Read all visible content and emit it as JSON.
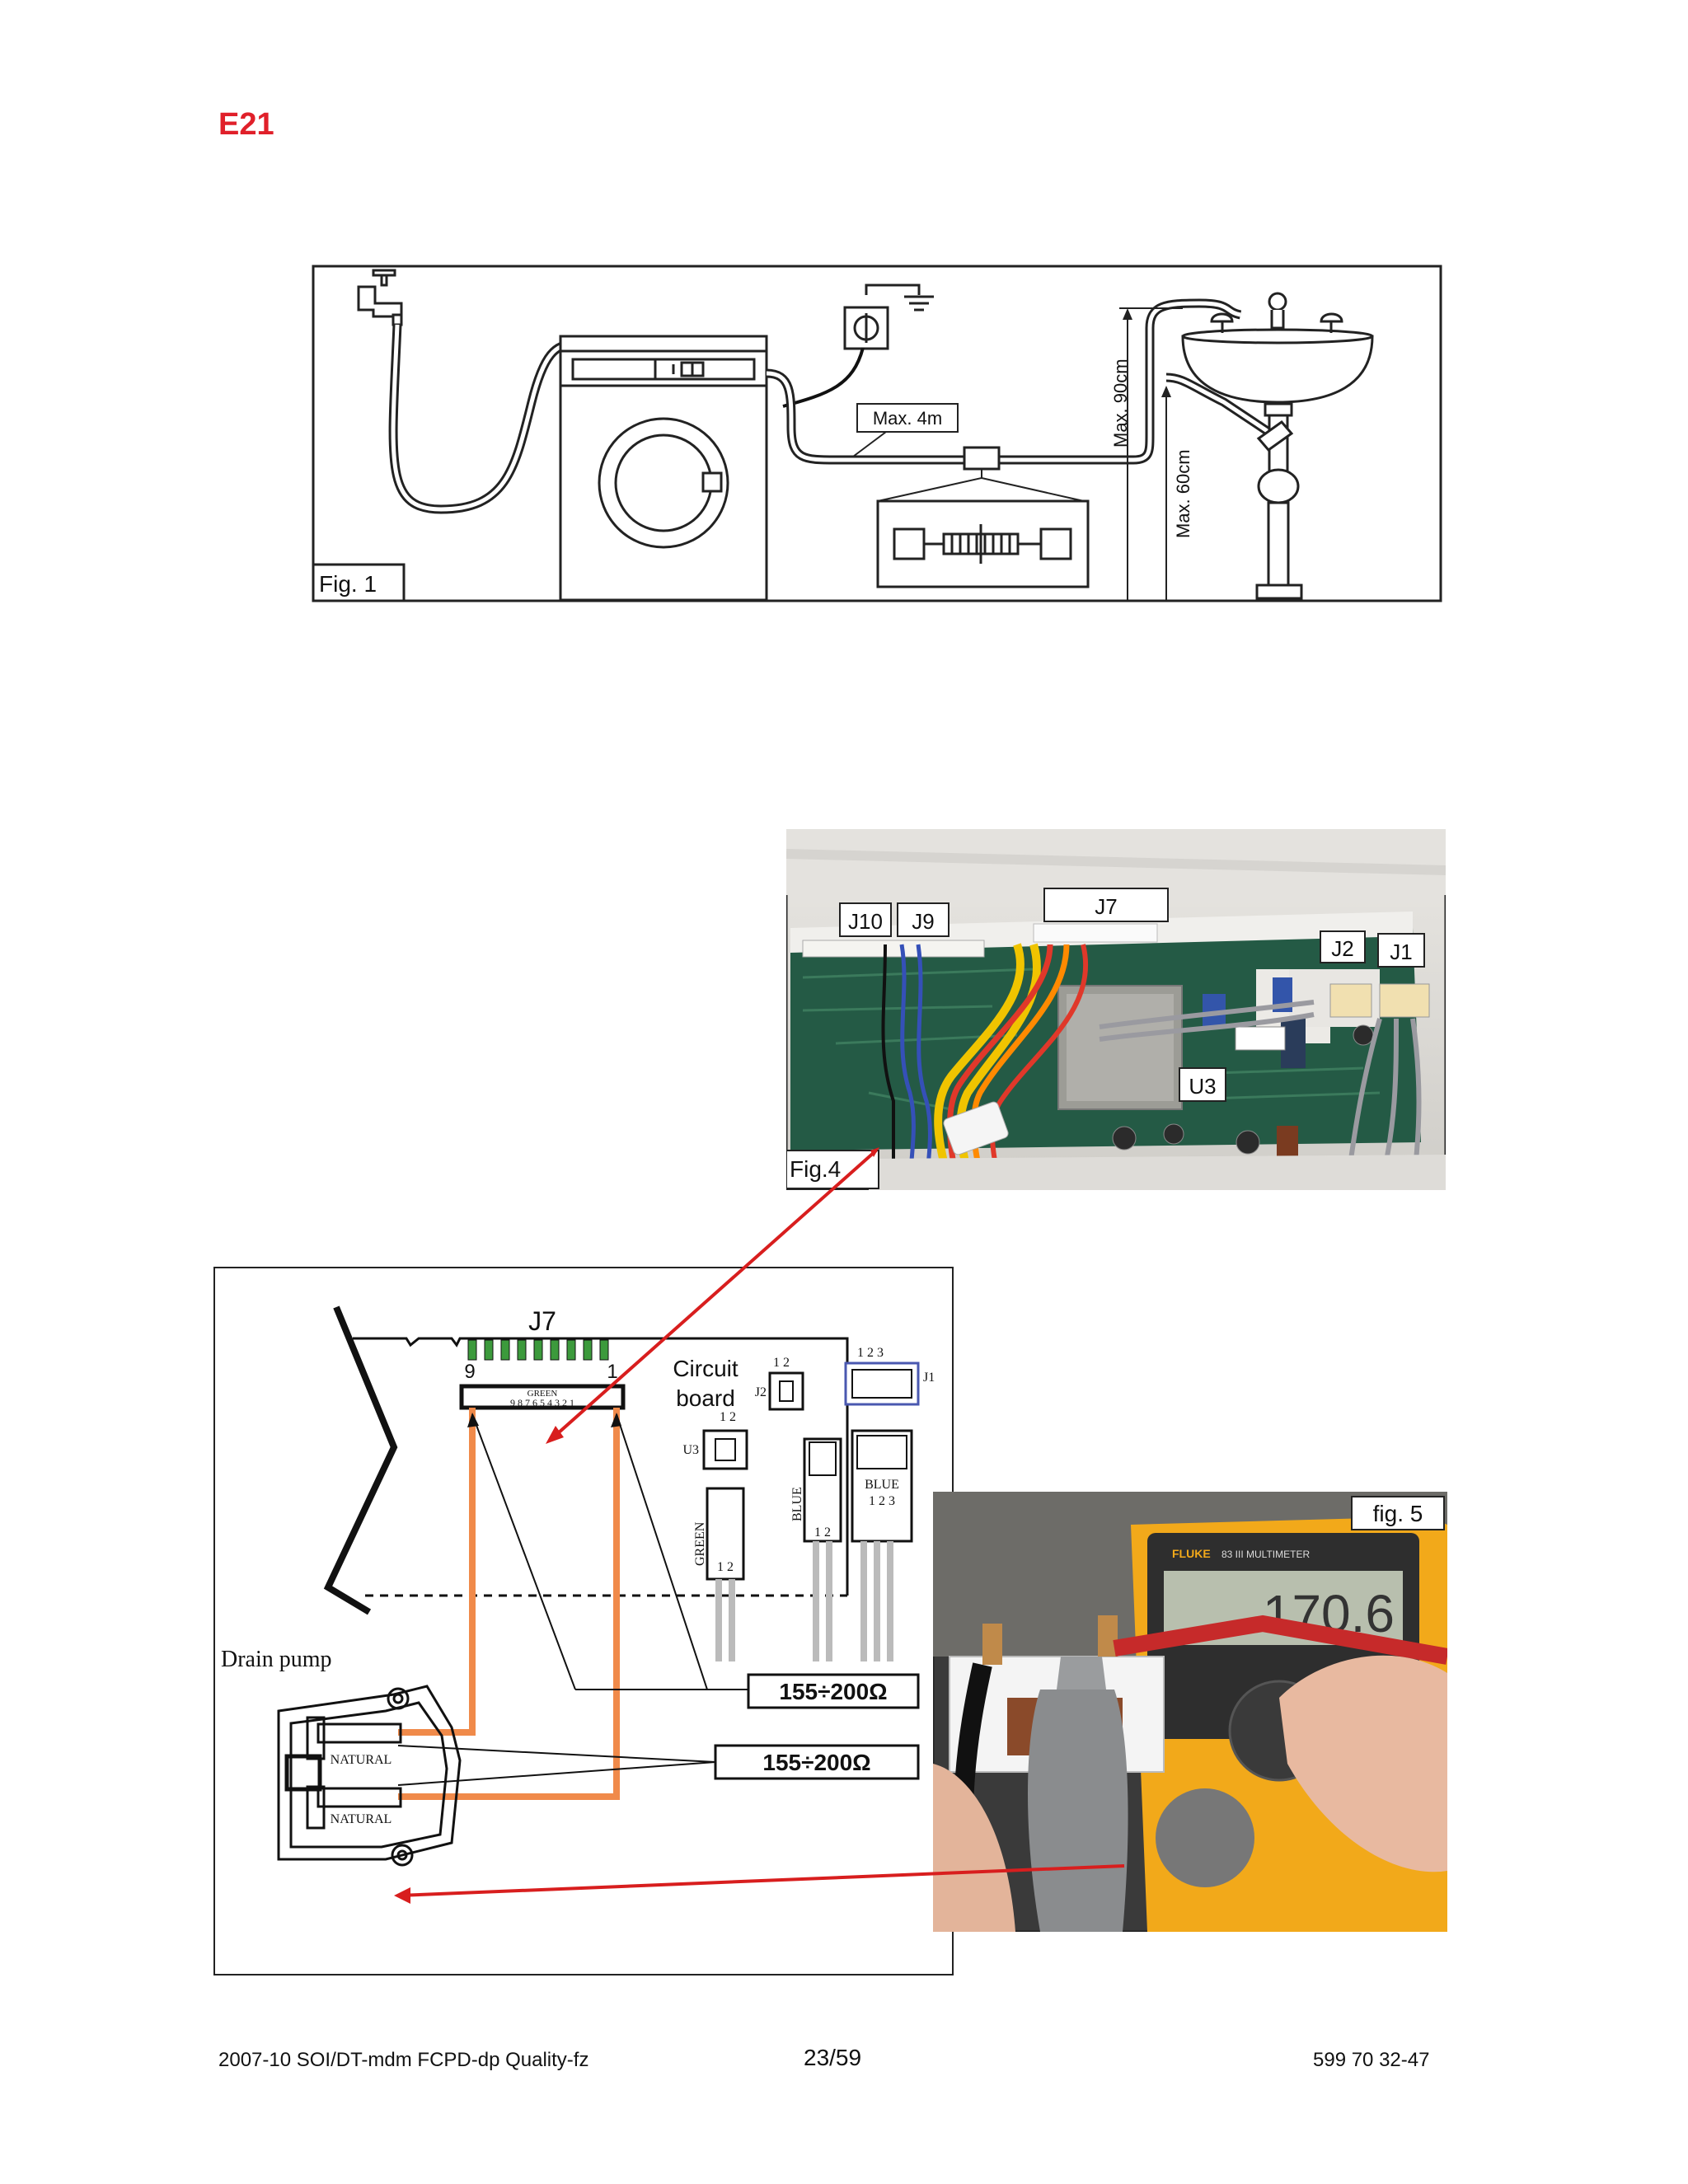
{
  "heading": "E21",
  "fig1": {
    "label": "Fig. 1",
    "max_hose_label": "Max. 4m",
    "max_height_label": "Max. 90cm",
    "min_height_label": "Max. 60cm"
  },
  "fig4": {
    "label": "Fig.4",
    "connectors": [
      "J10",
      "J9",
      "J7",
      "J2",
      "J1",
      "U3"
    ]
  },
  "schematic": {
    "j7_label": "J7",
    "pin_left": "9",
    "pin_right": "1",
    "pins_text": "9 8 7 6 5 4 3 2 1",
    "green_text": "GREEN",
    "circuit_board_line1": "Circuit",
    "circuit_board_line2": "board",
    "j2_label": "J2",
    "j2_pins": "1 2",
    "j1_label": "J1",
    "j1_pins": "1 2 3",
    "u3_label": "U3",
    "u3_pins": "1 2",
    "green_vertical": "GREEN",
    "green_pins": "1 2",
    "blue_vertical": "BLUE",
    "blue_pins": "1 2",
    "blue_horizontal": "BLUE",
    "blue_h_pins": "1 2 3",
    "resistance_1": "155÷200Ω",
    "resistance_2": "155÷200Ω",
    "drain_pump": "Drain pump",
    "natural_1": "NATURAL",
    "natural_2": "NATURAL"
  },
  "fig5": {
    "label": "fig. 5",
    "meter_brand": "FLUKE",
    "meter_model": "83 III MULTIMETER",
    "display": "170.6"
  },
  "footer": {
    "left": "2007-10 SOI/DT-mdm  FCPD-dp  Quality-fz",
    "center": "23/59",
    "right": "599 70 32-47"
  }
}
